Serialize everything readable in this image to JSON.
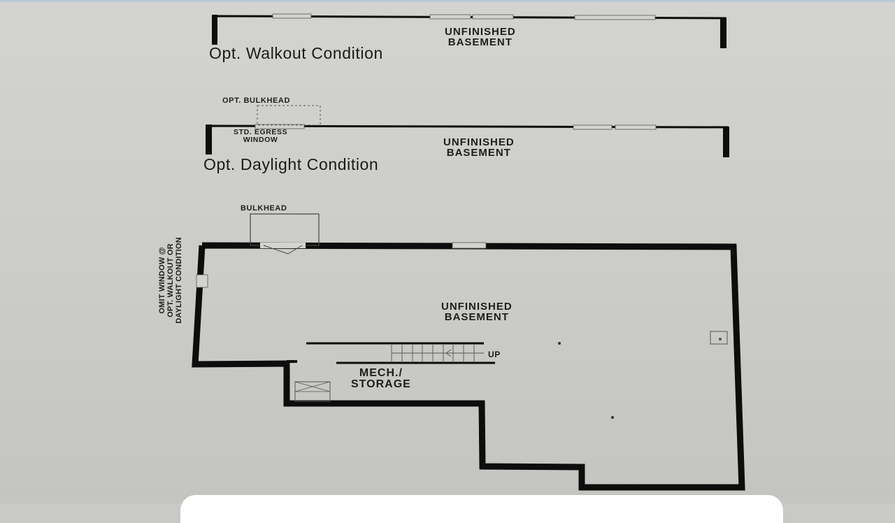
{
  "walkout": {
    "room_line1": "UNFINISHED",
    "room_line2": "BASEMENT",
    "caption": "Opt. Walkout Condition"
  },
  "daylight": {
    "bulkhead_label": "OPT. BULKHEAD",
    "egress_line1": "STD. EGRESS",
    "egress_line2": "WINDOW",
    "room_line1": "UNFINISHED",
    "room_line2": "BASEMENT",
    "caption": "Opt. Daylight Condition"
  },
  "main_plan": {
    "bulkhead_label": "BULKHEAD",
    "side_note_line1": "OMIT WINDOW @",
    "side_note_line2": "OPT. WALKOUT OR",
    "side_note_line3": "DAYLIGHT CONDITION",
    "room_line1": "UNFINISHED",
    "room_line2": "BASEMENT",
    "stairs_label": "UP",
    "mech_line1": "MECH./",
    "mech_line2": "STORAGE"
  },
  "colors": {
    "paper": "#cfcfcb",
    "wall": "#0d0d0d",
    "text": "#1d1d1d"
  }
}
